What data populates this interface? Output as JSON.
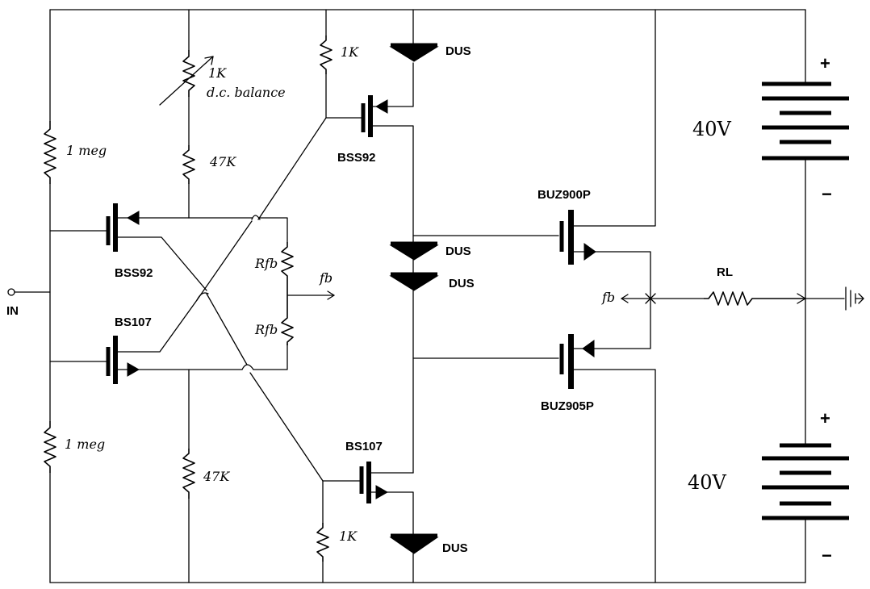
{
  "input": {
    "label": "IN"
  },
  "transistors": {
    "q_left_top": "BSS92",
    "q_left_bottom": "BS107",
    "q_mid_top": "BSS92",
    "q_mid_bottom": "BS107",
    "q_out_top": "BUZ900P",
    "q_out_bottom": "BUZ905P"
  },
  "resistors": {
    "r_in_top": "1 meg",
    "r_in_bottom": "1 meg",
    "r_pot": "1K",
    "r_pot_note": "d.c. balance",
    "r_47k_top": "47K",
    "r_47k_bottom": "47K",
    "r_1k_top": "1K",
    "r_1k_bottom": "1K",
    "r_fb_top": "Rfb",
    "r_fb_bottom": "Rfb",
    "r_load": "RL"
  },
  "diodes": {
    "d_top": "DUS",
    "d_mid1": "DUS",
    "d_mid2": "DUS",
    "d_bottom": "DUS"
  },
  "feedback": {
    "label_center": "fb",
    "label_output": "fb"
  },
  "supply": {
    "top_voltage": "40V",
    "bottom_voltage": "40V",
    "top_plus": "+",
    "top_minus": "−",
    "bottom_plus": "+",
    "bottom_minus": "−"
  }
}
